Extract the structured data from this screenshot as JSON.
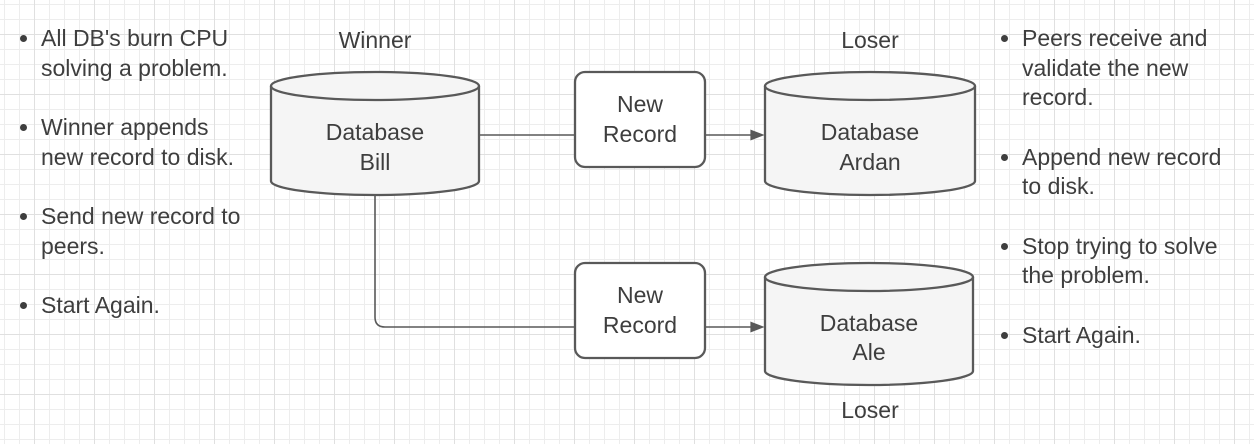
{
  "notes": {
    "left": [
      "All DB's burn CPU\nsolving a problem.",
      "Winner appends\nnew record to disk.",
      "Send new record to\npeers.",
      "Start Again."
    ],
    "right": [
      "Peers receive and\nvalidate the new\nrecord.",
      "Append new record\nto disk.",
      "Stop trying to solve\nthe problem.",
      "Start Again."
    ]
  },
  "labels": {
    "winner": "Winner",
    "loser_top": "Loser",
    "loser_bottom": "Loser",
    "db_bill": "Database\nBill",
    "db_ardan": "Database\nArdan",
    "db_ale": "Database\nAle",
    "new_record_top": "New\nRecord",
    "new_record_bottom": "New\nRecord"
  },
  "colors": {
    "shape_fill": "#f5f5f5",
    "shape_stroke": "#595959",
    "box_fill": "#ffffff",
    "connector": "#595959",
    "text": "#3e3e3e",
    "grid_minor": "#ededed",
    "grid_major": "#e0e0e0",
    "background": "#ffffff"
  }
}
